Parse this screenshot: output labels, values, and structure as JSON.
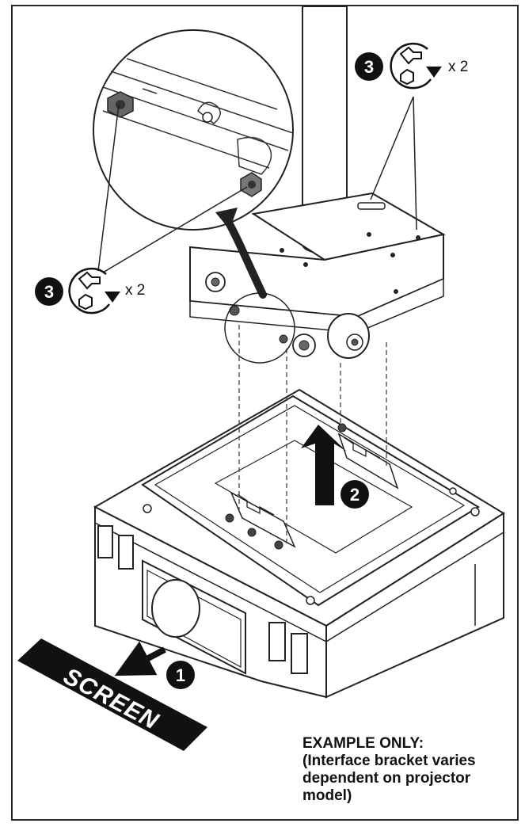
{
  "diagram": {
    "screen_label": "SCREEN",
    "steps": [
      {
        "id": "step-1",
        "number": "1"
      },
      {
        "id": "step-2",
        "number": "2"
      },
      {
        "id": "step-3a",
        "number": "3",
        "multiplier": "x 2"
      },
      {
        "id": "step-3b",
        "number": "3",
        "multiplier": "x 2"
      }
    ],
    "note_lines": [
      "EXAMPLE ONLY:",
      "(Interface bracket varies",
      "dependent on projector",
      "model)"
    ]
  }
}
